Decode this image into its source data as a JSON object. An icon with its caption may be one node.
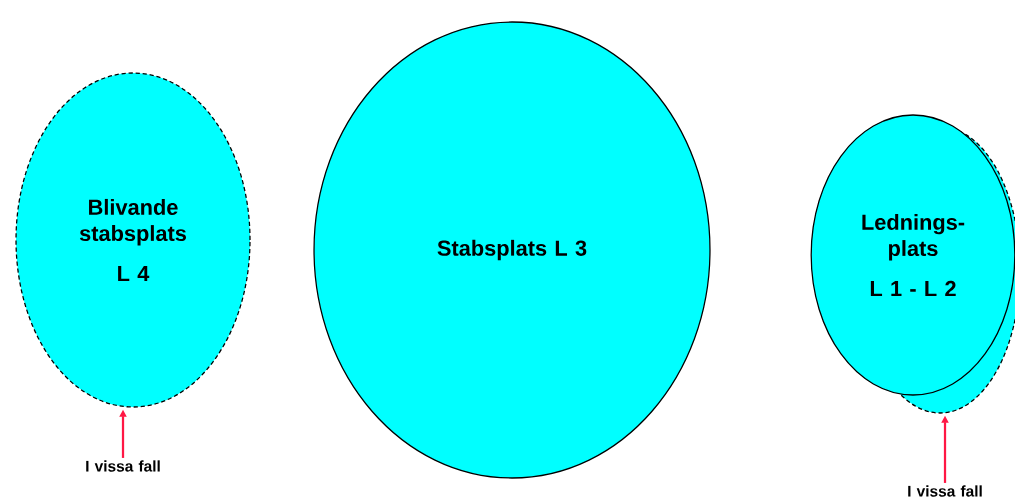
{
  "diagram": {
    "nodes": [
      {
        "text": [
          "Blivande stabsplats",
          "L 4"
        ]
      },
      {
        "text": [
          "Stabsplats L 3"
        ]
      },
      {
        "text": [
          "Lednings- plats",
          "L 1 - L 2"
        ]
      },
      {
        "text": [
          "I vissa fall"
        ]
      },
      {
        "text": [
          "I vissa fall"
        ]
      }
    ],
    "edges": [
      {
        "from": 3,
        "to": 0,
        "arrow": "to"
      },
      {
        "from": 4,
        "to": 2,
        "arrow": "to"
      }
    ]
  }
}
